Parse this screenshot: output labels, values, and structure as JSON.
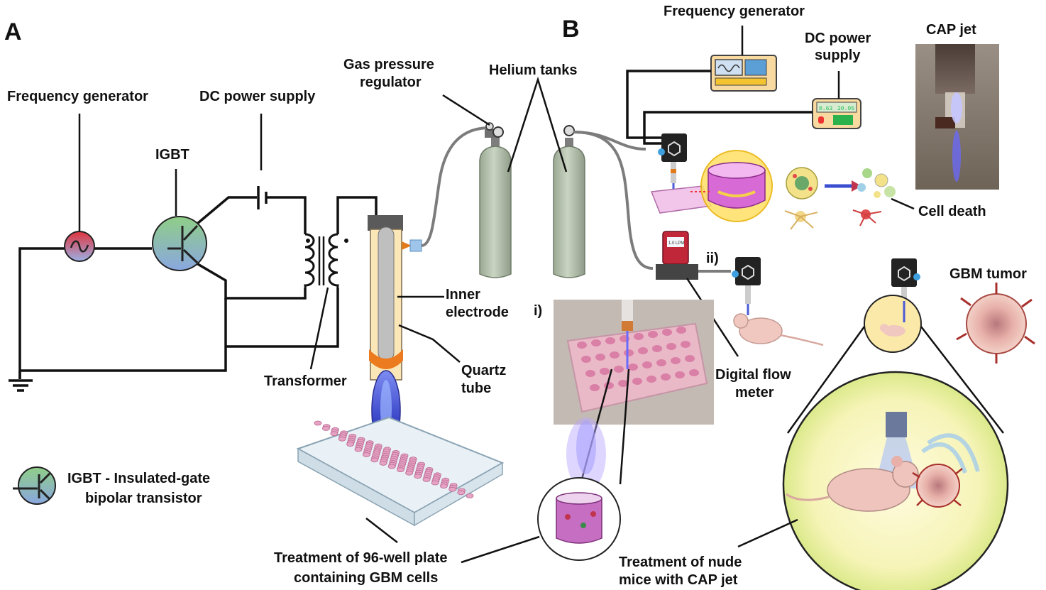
{
  "panels": {
    "a": {
      "letter": "A"
    },
    "b": {
      "letter": "B"
    }
  },
  "panel_a": {
    "frequency_generator": "Frequency generator",
    "dc_power_supply": "DC power supply",
    "igbt": "IGBT",
    "transformer": "Transformer",
    "gas_pressure_regulator": [
      "Gas pressure",
      "regulator"
    ],
    "helium_tanks": "Helium tanks",
    "inner_electrode": [
      "Inner",
      "electrode"
    ],
    "quartz_tube": [
      "Quartz",
      "tube"
    ],
    "legend_igbt": [
      "IGBT -  Insulated-gate",
      "bipolar transistor"
    ],
    "plate_caption": [
      "Treatment of 96-well plate",
      "containing GBM cells"
    ]
  },
  "panel_b": {
    "frequency_generator": "Frequency generator",
    "dc_power_supply": [
      "DC power",
      "supply"
    ],
    "cap_jet": "CAP jet",
    "cell_death": "Cell death",
    "flow_meter_display": "1.0 LPM",
    "marker_i": "i)",
    "marker_ii": "ii)",
    "digital_flow_meter": [
      "Digital flow",
      "meter"
    ],
    "gbm_tumor": "GBM tumor",
    "mice_caption": [
      "Treatment of nude",
      "mice with CAP jet"
    ],
    "dc_display_left": "0.63",
    "dc_display_right": "20.05"
  },
  "colors": {
    "tank": "#b9c6b2",
    "jet": "#4b5bd6",
    "wells": "#e7a3c3",
    "tumor": "#c0504d",
    "dome": "#fbf7c6"
  }
}
